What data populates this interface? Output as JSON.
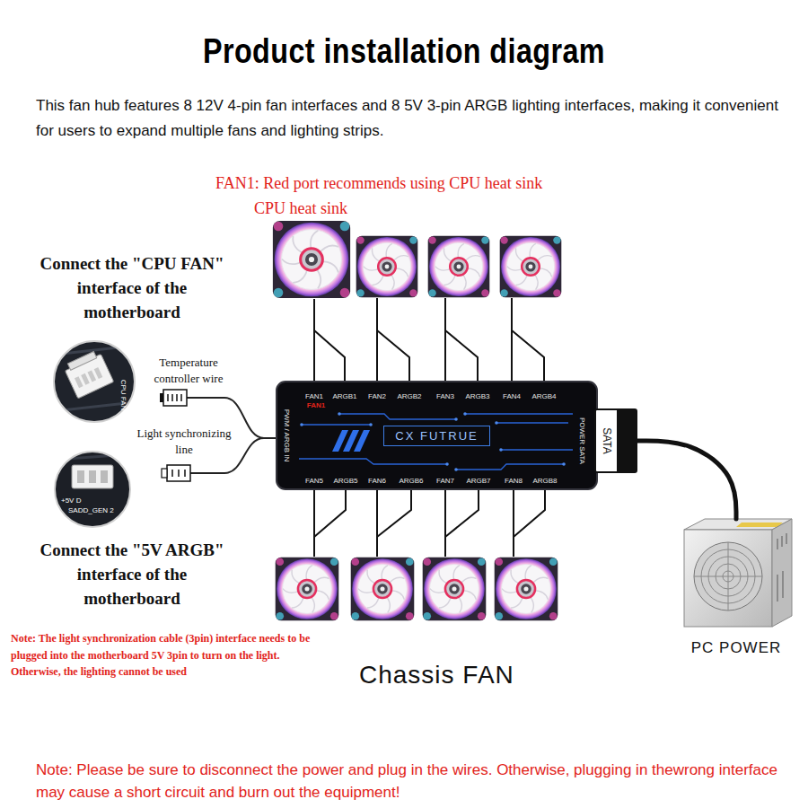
{
  "diagram": {
    "title": "Product installation diagram",
    "nodes": [
      {
        "text": [
          "CX FUTRUE"
        ]
      },
      {
        "text": [
          "SATA"
        ]
      },
      {
        "text": [
          "PC POWER"
        ]
      }
    ],
    "edges": [
      {
        "from": 1,
        "to": 2,
        "arrow": "none"
      }
    ],
    "labels": [
      "This fan hub features 8 12V 4-pin fan interfaces and 8 5V 3-pin ARGB lighting interfaces, making it convenient for users to expand multiple fans and lighting strips.",
      "FAN1: Red port recommends using CPU heat sink",
      "CPU heat sink",
      "Connect the \"CPU FAN\" interface of the motherboard",
      "CPU FAN",
      "Temperature controller wire",
      "Light synchronizing line",
      "+5V D",
      "SADD_GEN 2",
      "Connect the \"5V ARGB\" interface of the motherboard",
      "Note: The light synchronization cable (3pin) interface needs to be plugged into the motherboard 5V 3pin to turn on the light. Otherwise, the lighting cannot be used",
      "FAN1",
      "ARGB1",
      "FAN2",
      "ARGB2",
      "FAN3",
      "ARGB3",
      "FAN4",
      "ARGB4",
      "FAN1",
      "PWM / ARGB IN",
      "POWER SATA",
      "FAN5",
      "ARGB5",
      "FAN6",
      "ARGB6",
      "FAN7",
      "ARGB7",
      "FAN8",
      "ARGB8",
      "Chassis FAN",
      "Note: Please be sure to disconnect the power and plug in the wires. Otherwise, plugging in thewrong interface may cause a short circuit and burn out the equipment!"
    ]
  }
}
